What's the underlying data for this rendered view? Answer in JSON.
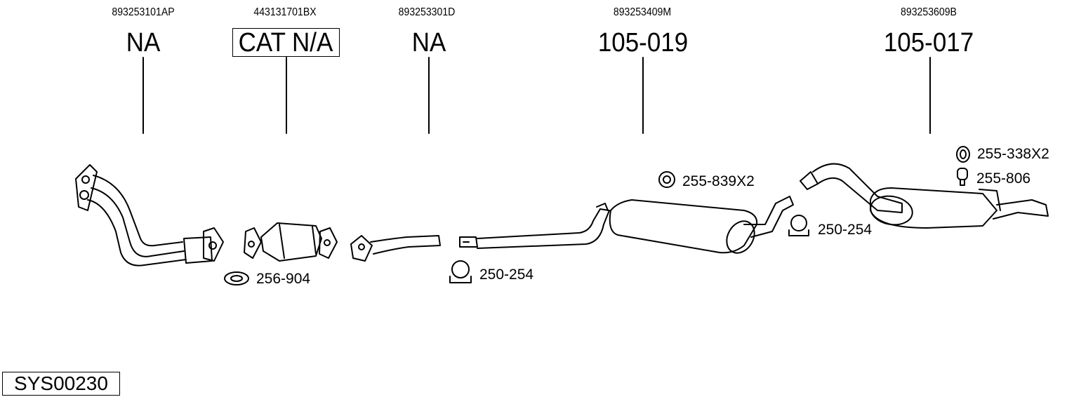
{
  "diagram_id": "SYS00230",
  "parts": [
    {
      "oem": "893253101AP",
      "code": "NA",
      "boxed": false
    },
    {
      "oem": "443131701BX",
      "code": "CAT N/A",
      "boxed": true
    },
    {
      "oem": "893253301D",
      "code": "NA",
      "boxed": false
    },
    {
      "oem": "893253409M",
      "code": "105-019",
      "boxed": false
    },
    {
      "oem": "893253609B",
      "code": "105-017",
      "boxed": false
    }
  ],
  "accessories": [
    {
      "code": "256-904",
      "icon": "gasket-icon"
    },
    {
      "code": "250-254",
      "icon": "clamp-icon"
    },
    {
      "code": "255-839X2",
      "icon": "rubber-mount-icon"
    },
    {
      "code": "250-254",
      "icon": "clamp-icon"
    },
    {
      "code": "255-338X2",
      "icon": "rubber-ring-icon"
    },
    {
      "code": "255-806",
      "icon": "hanger-icon"
    }
  ]
}
